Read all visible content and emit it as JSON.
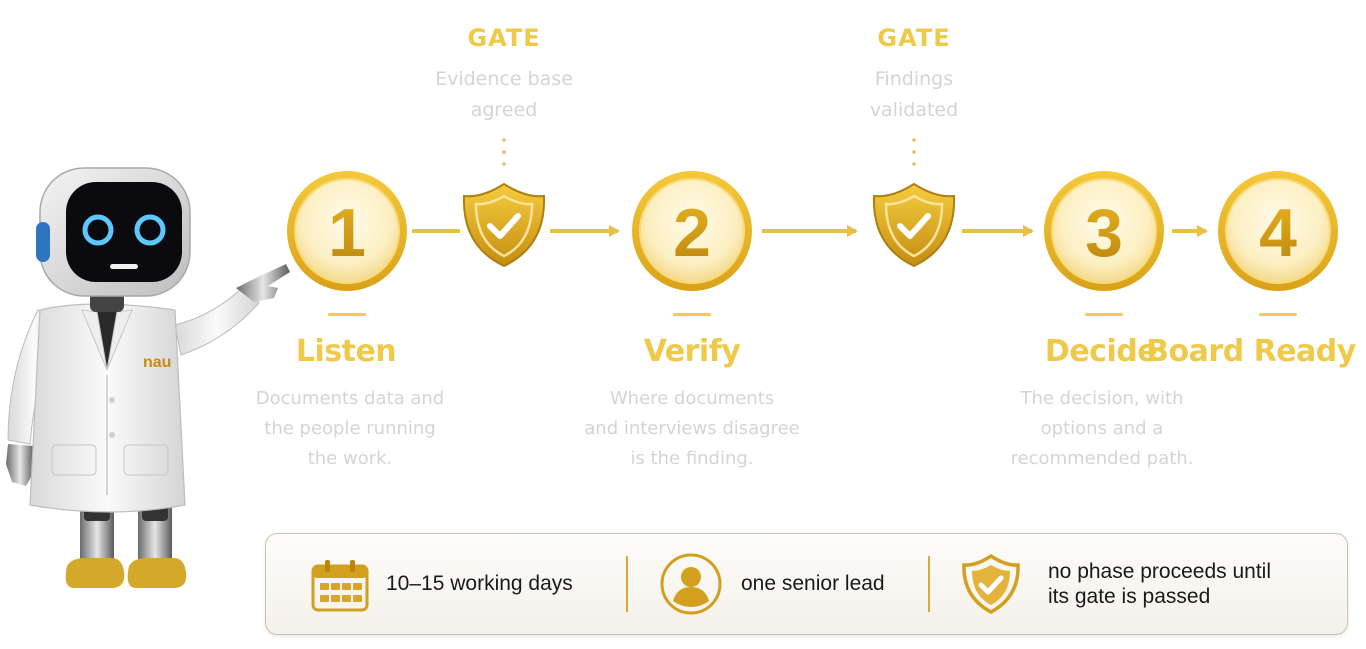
{
  "colors": {
    "gold": "#E8B923",
    "gold_dark": "#A07414",
    "gold_light": "#FCE9A0",
    "title_gold": "#EFC94A",
    "faint_text": "#D4D4D4",
    "arrow": "#E8C048"
  },
  "robot": {
    "badge": "nau"
  },
  "gates": [
    {
      "title": "GATE",
      "label": "Evidence base\nagreed",
      "icon": "shield-check-icon"
    },
    {
      "title": "GATE",
      "label": "Findings\nvalidated",
      "icon": "shield-check-icon"
    }
  ],
  "phases": [
    {
      "number": "1",
      "title": "Listen",
      "description": "Documents data and\nthe people running\nthe work."
    },
    {
      "number": "2",
      "title": "Verify",
      "description": "Where documents\nand interviews disagree\nis the finding."
    },
    {
      "number": "3",
      "title": "Decide",
      "description": "The decision, with\noptions and a\nrecommended path."
    },
    {
      "number": "4",
      "title": "Board Ready",
      "description": ""
    }
  ],
  "info_bar": {
    "items": [
      {
        "icon": "calendar-icon",
        "text": "10–15 working days"
      },
      {
        "icon": "person-icon",
        "text": "one senior lead"
      },
      {
        "icon": "shield-check-icon",
        "text": "no phase proceeds until\nits gate is passed"
      }
    ]
  }
}
